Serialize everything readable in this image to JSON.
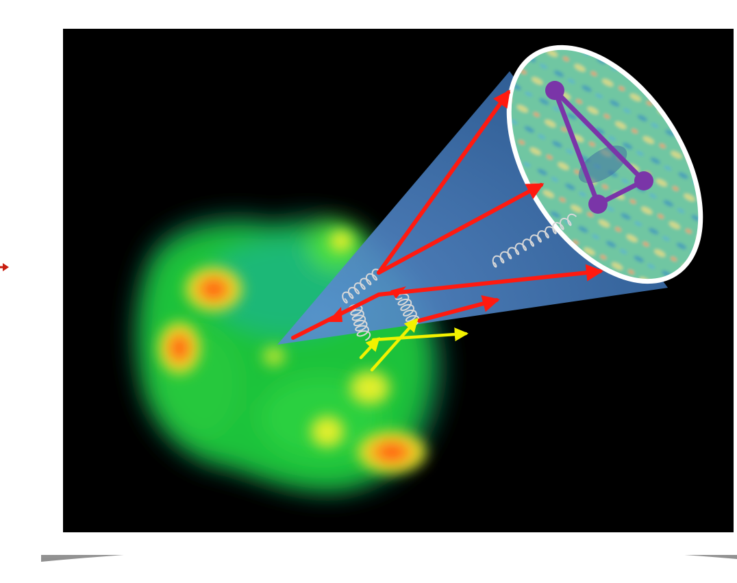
{
  "figure": {
    "elements": [
      "quark-gluon-plasma-hotspots",
      "jet-cone",
      "red-particle-arrows",
      "yellow-particle-arrows",
      "gluon-springs",
      "zoomed-lens",
      "purple-triangle"
    ]
  },
  "colors": {
    "page_background": "#ffffff",
    "frame_fill": "#ffffff",
    "frame_shadow": "#9a9a9a",
    "plot_background": "#000000",
    "cone_fill": "#3f78b8",
    "red_arrow": "#ff1a10",
    "yellow_arrow": "#f2f200",
    "gluon_spring": "#d8d8d8",
    "triangle": "#7a35a8",
    "lens_rim": "#ffffff",
    "side_arrow": "#c81e10",
    "plasma_green": "#1ec23a",
    "plasma_yellow": "#e6e62a",
    "plasma_orange": "#ff7a1a"
  }
}
